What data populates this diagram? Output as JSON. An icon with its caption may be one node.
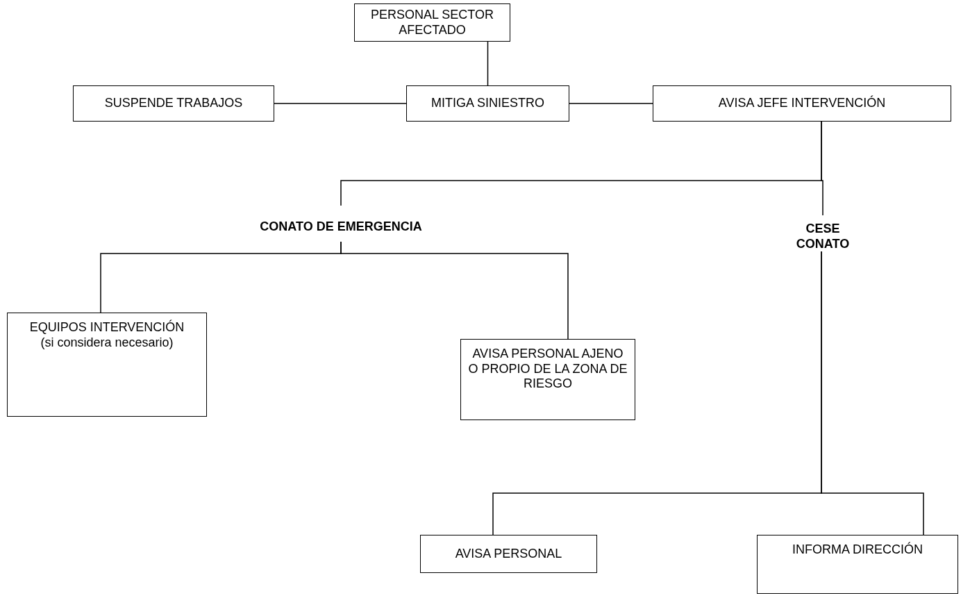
{
  "diagram": {
    "nodes": [
      {
        "text": [
          "PERSONAL SECTOR AFECTADO"
        ]
      },
      {
        "text": [
          "SUSPENDE TRABAJOS"
        ]
      },
      {
        "text": [
          "MITIGA SINIESTRO"
        ]
      },
      {
        "text": [
          "AVISA JEFE INTERVENCIÓN"
        ]
      },
      {
        "text": [
          "CONATO DE EMERGENCIA"
        ]
      },
      {
        "text": [
          "CESE CONATO"
        ]
      },
      {
        "text": [
          "EQUIPOS INTERVENCIÓN",
          "(si considera necesario)"
        ]
      },
      {
        "text": [
          "AVISA PERSONAL AJENO O PROPIO DE LA ZONA DE RIESGO"
        ]
      },
      {
        "text": [
          "AVISA PERSONAL"
        ]
      },
      {
        "text": [
          "INFORMA DIRECCIÓN"
        ]
      }
    ],
    "edges": [
      {
        "from": 0,
        "to": 2,
        "arrow": "none"
      },
      {
        "from": 2,
        "to": 1,
        "arrow": "none"
      },
      {
        "from": 2,
        "to": 3,
        "arrow": "none"
      },
      {
        "from": 3,
        "to": 4,
        "arrow": "none"
      },
      {
        "from": 3,
        "to": 5,
        "arrow": "none"
      },
      {
        "from": 4,
        "to": 6,
        "arrow": "none"
      },
      {
        "from": 4,
        "to": 7,
        "arrow": "none"
      },
      {
        "from": 5,
        "to": 8,
        "arrow": "none"
      },
      {
        "from": 5,
        "to": 9,
        "arrow": "none"
      }
    ]
  }
}
